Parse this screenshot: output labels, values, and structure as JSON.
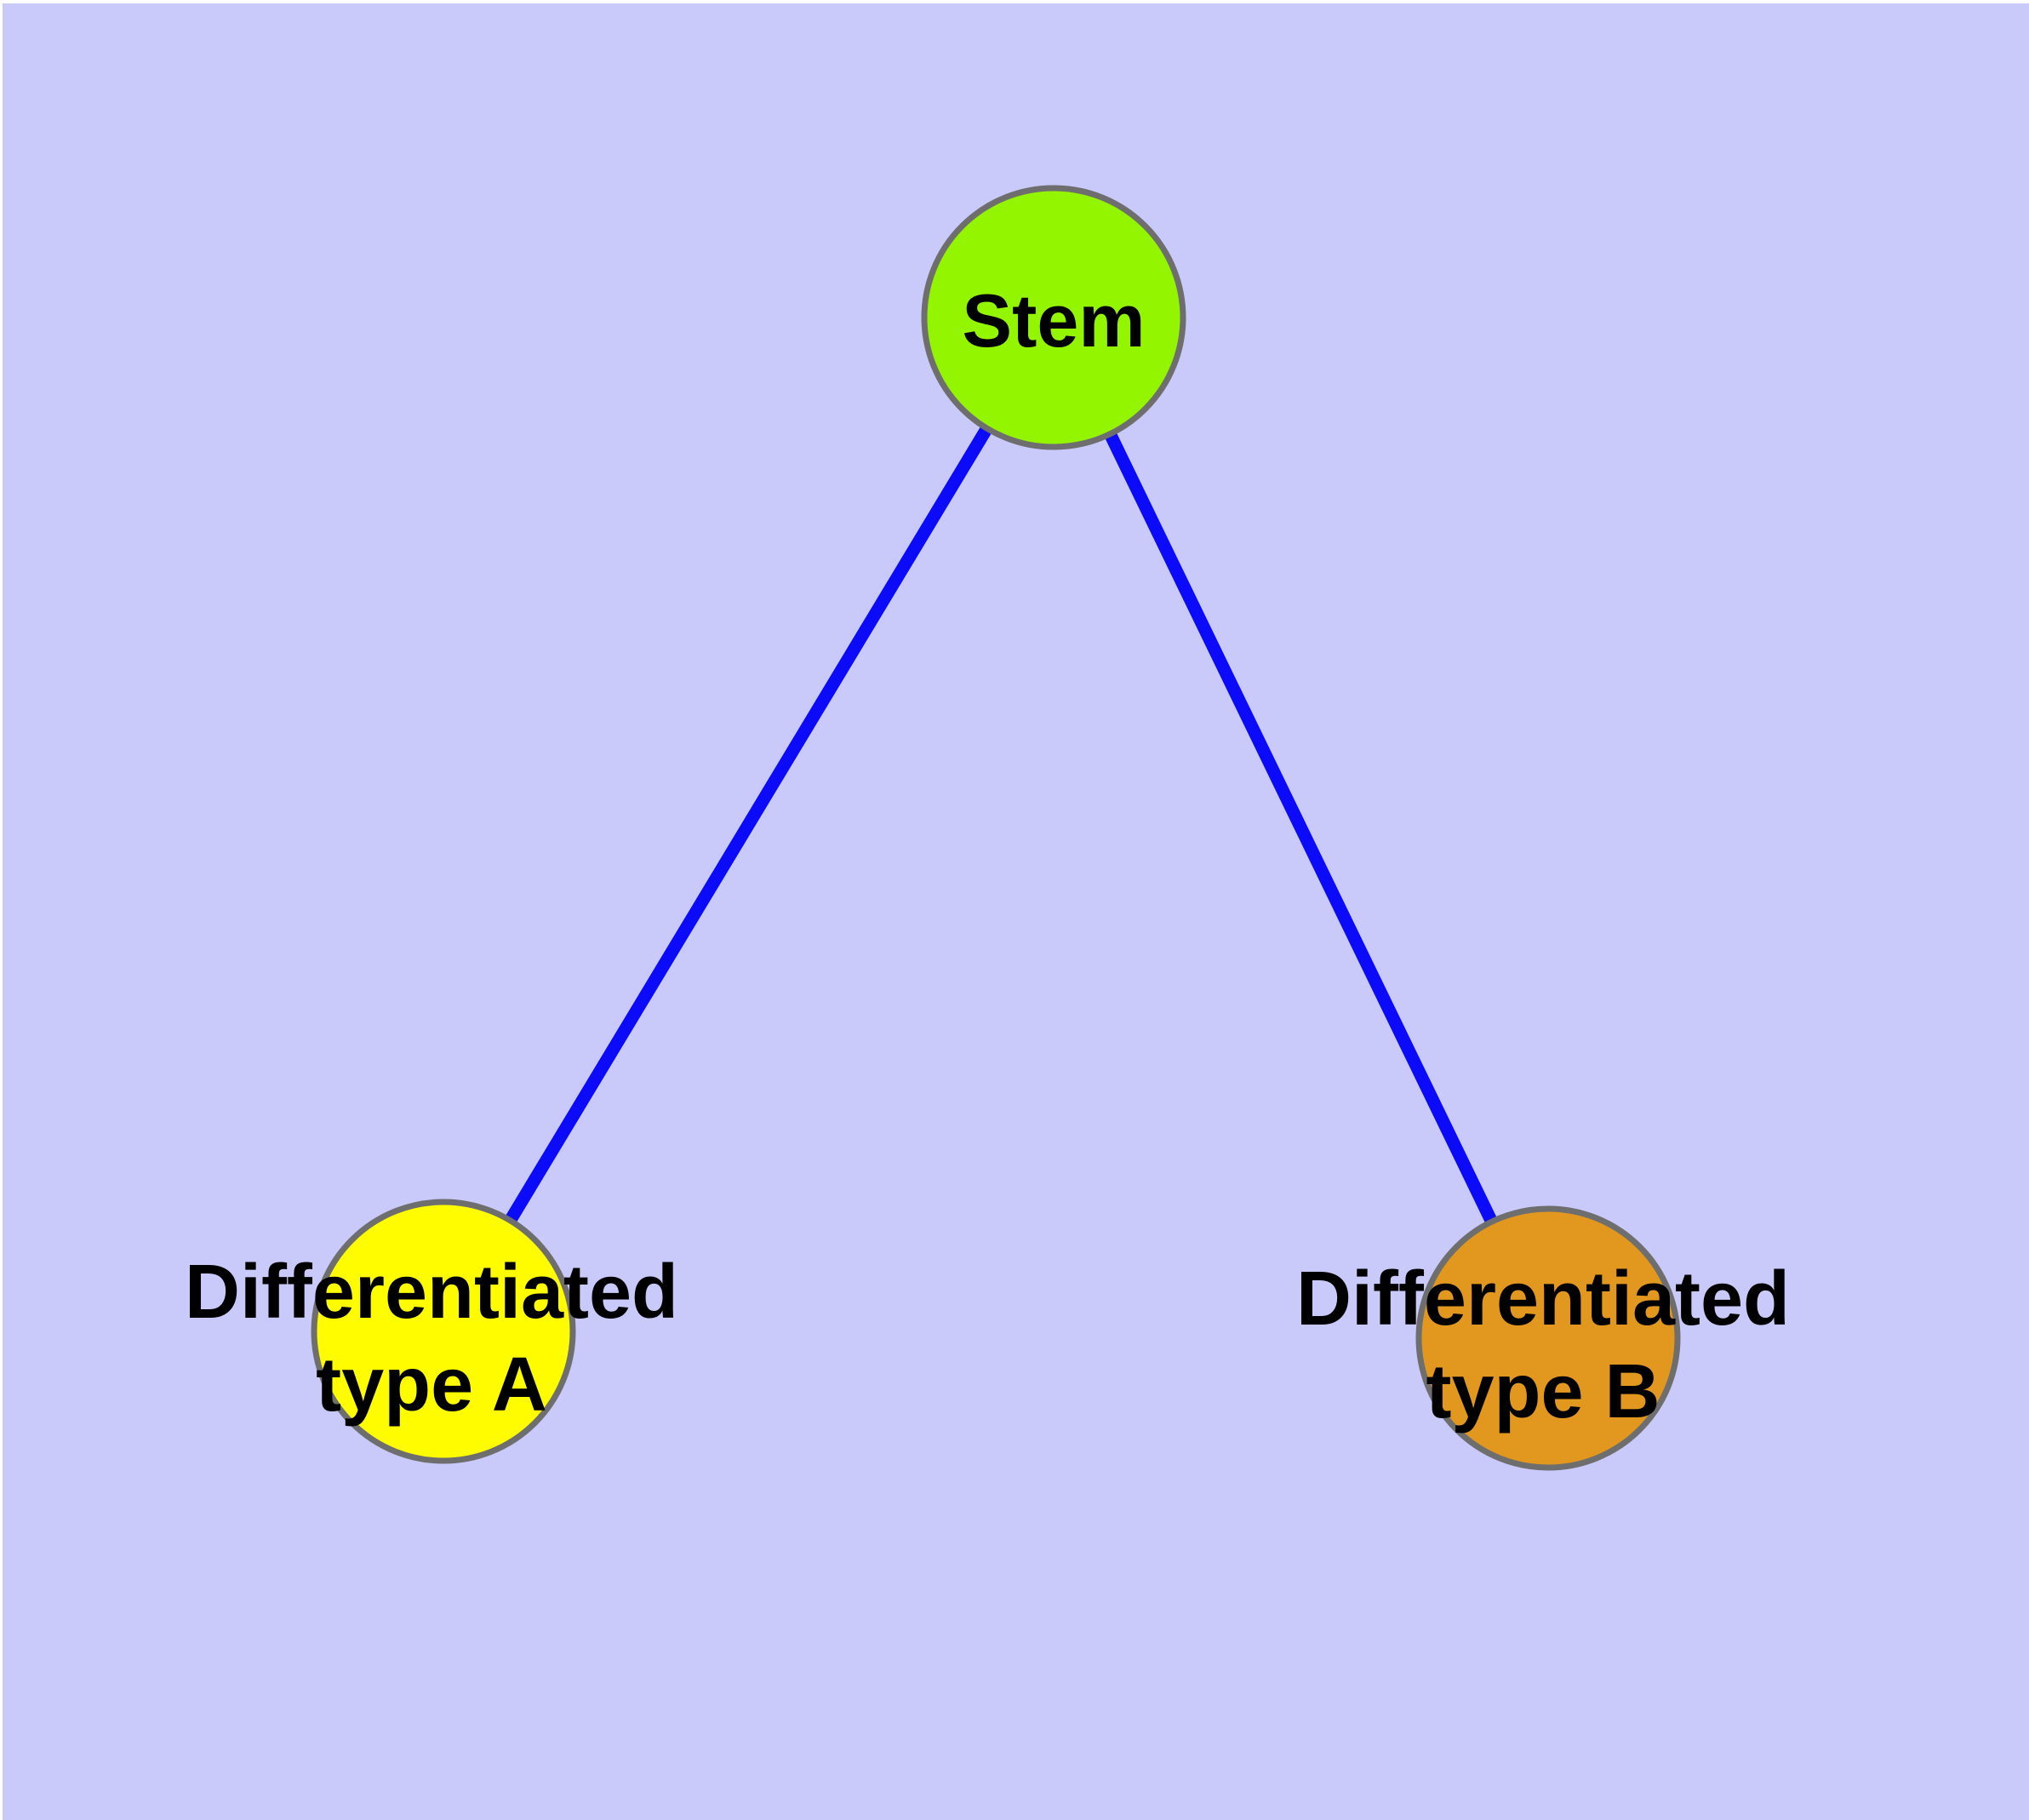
{
  "colors": {
    "background": "#C9C9FA",
    "page_margin": "#FFFFFF",
    "edge": "#0B0BFA",
    "node_border": "#6E6E6E",
    "label_text": "#000000"
  },
  "nodes": {
    "stem": {
      "label": "Stem",
      "color": "#94F500"
    },
    "diff_a": {
      "label_line1": "Differentiated",
      "label_line2": "type A",
      "label": "Differentiated type A",
      "color": "#FFFC00"
    },
    "diff_b": {
      "label_line1": "Differentiated",
      "label_line2": "type B",
      "label": "Differentiated type B",
      "color": "#E2981F"
    }
  },
  "edges": [
    {
      "source": "Stem",
      "target": "Differentiated type A"
    },
    {
      "source": "Stem",
      "target": "Differentiated type B"
    }
  ]
}
